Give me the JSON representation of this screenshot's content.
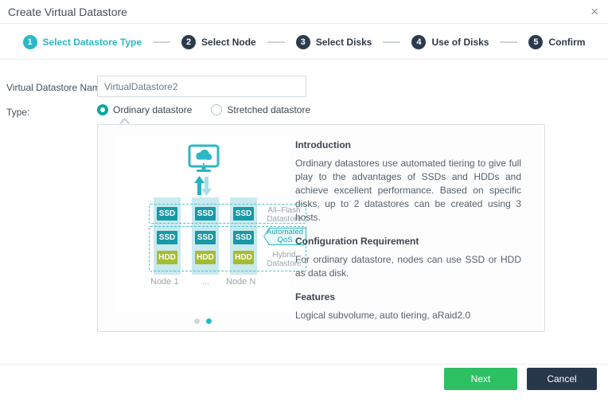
{
  "dialog": {
    "title": "Create Virtual Datastore",
    "close_glyph": "×"
  },
  "steps": [
    {
      "num": "1",
      "label": "Select Datastore Type",
      "active": true
    },
    {
      "num": "2",
      "label": "Select Node",
      "active": false
    },
    {
      "num": "3",
      "label": "Select Disks",
      "active": false
    },
    {
      "num": "4",
      "label": "Use of Disks",
      "active": false
    },
    {
      "num": "5",
      "label": "Confirm",
      "active": false
    }
  ],
  "form": {
    "name_label": "Virtual Datastore Name:",
    "name_value": "VirtualDatastore2",
    "type_label": "Type:",
    "type_options": [
      {
        "label": "Ordinary datastore",
        "selected": true
      },
      {
        "label": "Stretched datastore",
        "selected": false
      }
    ]
  },
  "diagram": {
    "ssd_label": "SSD",
    "hdd_label": "HDD",
    "all_flash_line1": "All–Flash",
    "all_flash_line2": "Datastore",
    "qos_line1": "Automated",
    "qos_line2": "QoS",
    "hybrid_line1": "Hybrid",
    "hybrid_line2": "Datastore",
    "node_first": "Node 1",
    "node_ellipsis": "...",
    "node_last": "Node N"
  },
  "info": {
    "intro_title": "Introduction",
    "intro_body": "Ordinary datastores use automated tiering to give full play to the advantages of SSDs and HDDs and achieve excellent performance. Based on specific disks, up to 2 datastores can be created using 3 hosts.",
    "config_title": "Configuration Requirement",
    "config_body": "For ordinary datastore, nodes can use SSD or HDD as data disk.",
    "features_title": "Features",
    "features_body": "Logical subvolume, auto tiering, aRaid2.0"
  },
  "carousel": {
    "dot_count": 2,
    "active_index": 1
  },
  "footer": {
    "next_label": "Next",
    "cancel_label": "Cancel"
  },
  "colors": {
    "accent_teal": "#2bb9c6",
    "radio_teal": "#0aa89c",
    "step_navy": "#2b3b4d",
    "next_green": "#2cc063",
    "cancel_navy": "#263849",
    "ssd_tile": "#1999a6",
    "hdd_tile": "#a5bc30",
    "column_bg": "#c9e9ef",
    "muted_text": "#9aa5ab"
  }
}
